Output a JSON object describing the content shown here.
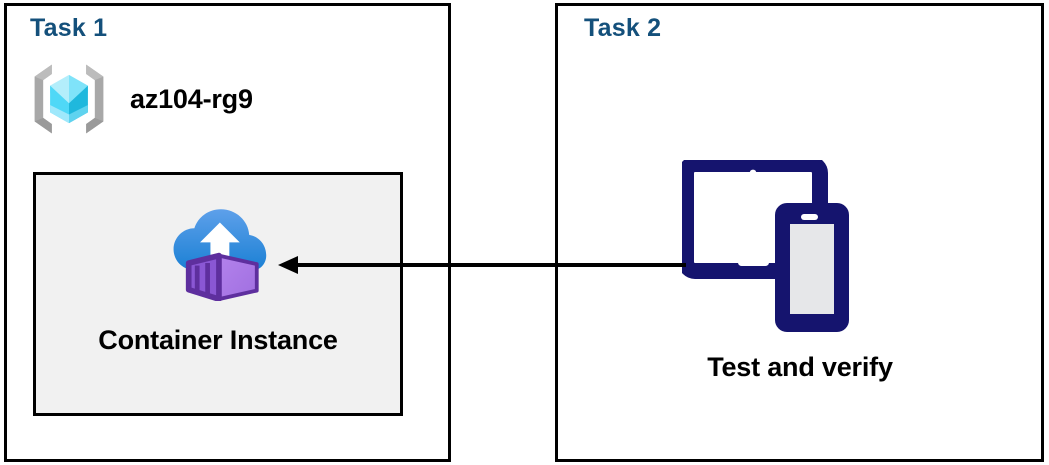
{
  "diagram": {
    "type": "architecture-task-diagram",
    "panels": [
      {
        "id": "task1",
        "title": "Task 1",
        "resource_group": {
          "icon": "azure-resource-group-icon",
          "label": "az104-rg9"
        },
        "resource": {
          "icon": "azure-container-instance-icon",
          "label": "Container Instance"
        }
      },
      {
        "id": "task2",
        "title": "Task 2",
        "verify": {
          "icon": "devices-tablet-phone-icon",
          "label": "Test and verify"
        }
      }
    ],
    "connector": {
      "name": "arrow-task2-to-container-instance",
      "direction": "right-to-left",
      "arrowhead": "left",
      "color": "#000000"
    },
    "colors": {
      "title": "#14507B",
      "border": "#000000",
      "card_fill": "#f1f1f1",
      "label_text": "#000000",
      "device_navy": "#15146e",
      "device_screen": "#e6e7e9",
      "rg_bracket_gray": "#a3a3a3",
      "cube_cyan_light": "#9fe8fb",
      "cube_cyan": "#32d4f5",
      "cube_cyan_dark": "#1ab4d8",
      "cloud_blue_top": "#4f93e4",
      "cloud_blue_bottom": "#1b84d6",
      "container_purple_light": "#b07ce8",
      "container_purple_mid": "#9a62dd",
      "container_purple_dark": "#5e2f9e"
    }
  }
}
